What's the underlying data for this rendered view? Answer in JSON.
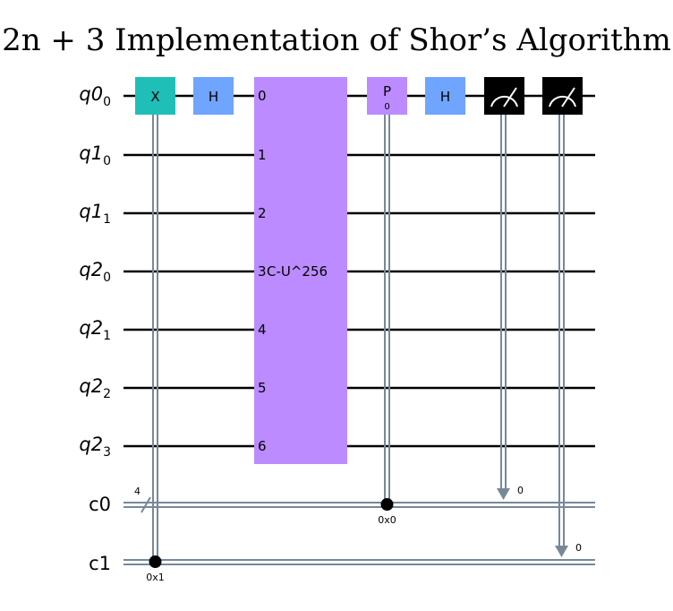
{
  "title": "2n + 3 Implementation of Shor’s Algorithm",
  "title_parts": {
    "formula": "2n + 3",
    "text": "Implementation of Shor’s Algorithm"
  },
  "colors": {
    "x_gate": "#1fbfb8",
    "h_gate": "#6fa4ff",
    "unitary": "#bb8bff",
    "phase_gate": "#bb8bff",
    "measure": "#000000",
    "classical_wire": "#778899",
    "quantum_wire": "#000000"
  },
  "qubits": [
    {
      "reg": "q0",
      "index": "0"
    },
    {
      "reg": "q1",
      "index": "0"
    },
    {
      "reg": "q1",
      "index": "1"
    },
    {
      "reg": "q2",
      "index": "0"
    },
    {
      "reg": "q2",
      "index": "1"
    },
    {
      "reg": "q2",
      "index": "2"
    },
    {
      "reg": "q2",
      "index": "3"
    }
  ],
  "clbits": [
    {
      "label": "c0",
      "width": "4"
    },
    {
      "label": "c1"
    }
  ],
  "gates": {
    "x": {
      "label": "X",
      "condition": "0x1"
    },
    "h1": {
      "label": "H"
    },
    "unitary": {
      "label": "C-U^256",
      "pins": [
        "0",
        "1",
        "2",
        "3",
        "4",
        "5",
        "6"
      ]
    },
    "phase": {
      "label": "P",
      "param": "0",
      "condition": "0x0"
    },
    "h2": {
      "label": "H"
    },
    "measure1": {
      "target": "0"
    },
    "measure2": {
      "target": "0"
    }
  }
}
